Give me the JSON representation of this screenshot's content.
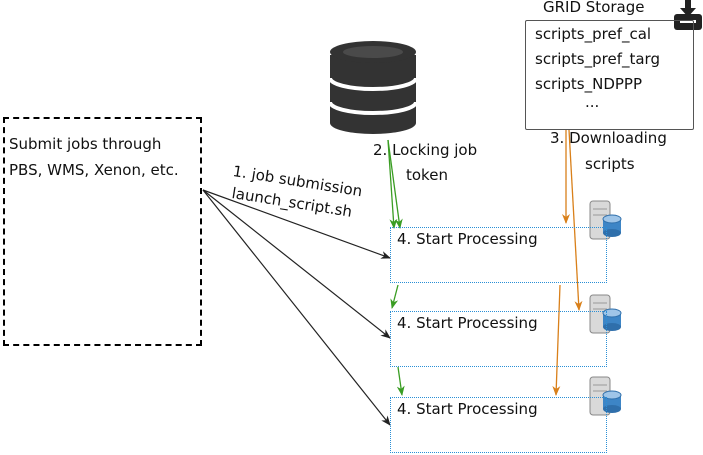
{
  "submit_box": {
    "line1": "Submit jobs through",
    "line2": "PBS, WMS, Xenon, etc."
  },
  "arrows": {
    "submission_line1": "1. job submission",
    "submission_line2": "launch_script.sh",
    "locking_line1": "2. Locking job",
    "locking_line2": "token",
    "downloading_line1": "3. Downloading",
    "downloading_line2": "scripts"
  },
  "grid_storage": {
    "title": "GRID Storage",
    "items": [
      "scripts_pref_cal",
      "scripts_pref_targ",
      "scripts_NDPPP",
      "..."
    ]
  },
  "processing_nodes": [
    {
      "label": "4. Start Processing"
    },
    {
      "label": "4. Start Processing"
    },
    {
      "label": "4. Start Processing"
    }
  ],
  "icons": {
    "database": "database-icon",
    "grid_storage": "inbox-download-icon",
    "server": "server-icon"
  },
  "colors": {
    "submission_arrow": "#222222",
    "locking_arrow": "#3a9d23",
    "downloading_arrow": "#d9801a",
    "process_border": "#2a8fd6",
    "database": "#333333"
  }
}
